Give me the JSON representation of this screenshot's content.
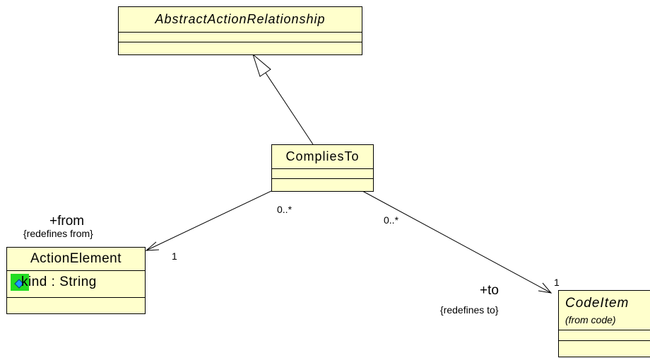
{
  "classes": {
    "abstract_action_relationship": {
      "name": "AbstractActionRelationship"
    },
    "complies_to": {
      "name": "CompliesTo"
    },
    "action_element": {
      "name": "ActionElement",
      "attribute": "kind : String"
    },
    "code_item": {
      "name": "CodeItem",
      "package_note": "(from code)"
    }
  },
  "associations": {
    "from": {
      "role": "+from",
      "constraint": "{redefines from}",
      "source_multiplicity": "0..*",
      "target_multiplicity": "1"
    },
    "to": {
      "role": "+to",
      "constraint": "{redefines to}",
      "source_multiplicity": "0..*",
      "target_multiplicity": "1"
    }
  },
  "colors": {
    "class_fill": "#ffffcc",
    "attribute_icon_bg": "#22dd22",
    "attribute_icon": "#1a9bff"
  }
}
